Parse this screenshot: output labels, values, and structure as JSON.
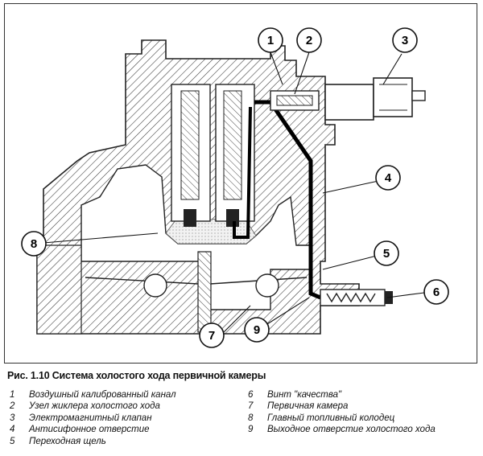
{
  "figure": {
    "caption": "Рис. 1.10 Система холостого хода первичной камеры",
    "callouts": [
      "1",
      "2",
      "3",
      "4",
      "5",
      "6",
      "7",
      "8",
      "9"
    ]
  },
  "legend": {
    "left": [
      {
        "num": "1",
        "text": "Воздушный калиброванный канал"
      },
      {
        "num": "2",
        "text": "Узел жиклера холостого хода"
      },
      {
        "num": "3",
        "text": "Электромагнитный клапан"
      },
      {
        "num": "4",
        "text": "Антисифонное отверстие"
      },
      {
        "num": "5",
        "text": "Переходная щель"
      }
    ],
    "right": [
      {
        "num": "6",
        "text": "Винт \"качества\""
      },
      {
        "num": "7",
        "text": "Первичная камера"
      },
      {
        "num": "8",
        "text": "Главный топливный колодец"
      },
      {
        "num": "9",
        "text": "Выходное отверстие холостого хода"
      }
    ]
  }
}
